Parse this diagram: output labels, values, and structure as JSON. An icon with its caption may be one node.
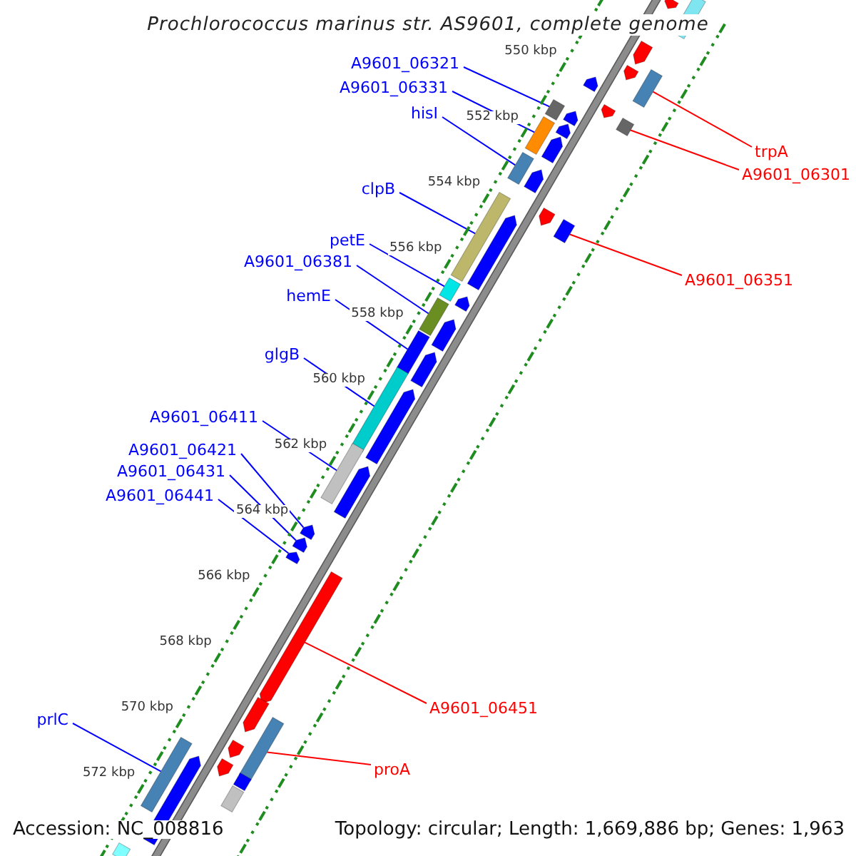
{
  "diagram": {
    "title": "Prochlorococcus marinus str. AS9601, complete genome",
    "nodes": [
      {
        "text": [
          "A9601_06321"
        ]
      },
      {
        "text": [
          "A9601_06331"
        ]
      },
      {
        "text": [
          "hisI"
        ]
      },
      {
        "text": [
          "trpA"
        ]
      },
      {
        "text": [
          "A9601_06301"
        ]
      },
      {
        "text": [
          "clpB"
        ]
      },
      {
        "text": [
          "petE"
        ]
      },
      {
        "text": [
          "A9601_06381"
        ]
      },
      {
        "text": [
          "A9601_06351"
        ]
      },
      {
        "text": [
          "hemE"
        ]
      },
      {
        "text": [
          "glgB"
        ]
      },
      {
        "text": [
          "A9601_06411"
        ]
      },
      {
        "text": [
          "A9601_06421"
        ]
      },
      {
        "text": [
          "A9601_06431"
        ]
      },
      {
        "text": [
          "A9601_06441"
        ]
      },
      {
        "text": [
          "A9601_06451"
        ]
      },
      {
        "text": [
          "prlC"
        ]
      },
      {
        "text": [
          "proA"
        ]
      },
      {
        "text": [],
        "shape": "bar"
      },
      {
        "text": [],
        "shape": "bar"
      },
      {
        "text": [],
        "shape": "bar"
      },
      {
        "text": [],
        "shape": "bar"
      },
      {
        "text": [],
        "shape": "bar"
      },
      {
        "text": [],
        "shape": "bar"
      },
      {
        "text": [],
        "shape": "bar"
      },
      {
        "text": [],
        "shape": "bar"
      },
      {
        "text": [],
        "shape": "bar"
      },
      {
        "text": [],
        "shape": "bar"
      },
      {
        "text": [],
        "shape": "bar"
      },
      {
        "text": [],
        "shape": "bar"
      },
      {
        "text": [],
        "shape": "bar"
      },
      {
        "text": [],
        "shape": "bar"
      },
      {
        "text": [],
        "shape": "bar"
      },
      {
        "text": [],
        "shape": "bar"
      },
      {
        "text": [],
        "shape": "bar"
      },
      {
        "text": [],
        "shape": "bar"
      },
      {
        "text": [],
        "shape": "bar"
      },
      {
        "text": [],
        "shape": "bar"
      },
      {
        "text": [],
        "shape": "bar"
      },
      {
        "text": [],
        "shape": "bar"
      },
      {
        "text": [],
        "shape": "bar"
      },
      {
        "text": [],
        "shape": "bar"
      },
      {
        "text": [],
        "shape": "bar"
      },
      {
        "text": [],
        "shape": "bar"
      },
      {
        "text": [],
        "shape": "bar"
      },
      {
        "text": [],
        "shape": "bar"
      },
      {
        "text": [],
        "shape": "bar"
      },
      {
        "text": [],
        "shape": "bar"
      },
      {
        "text": [],
        "shape": "bar"
      },
      {
        "text": [],
        "shape": "bar"
      },
      {
        "text": [],
        "shape": "bar"
      },
      {
        "text": [],
        "shape": "bar"
      },
      {
        "text": [],
        "shape": "bar"
      },
      {
        "text": [],
        "shape": "bar"
      },
      {
        "text": [],
        "shape": "bar"
      },
      {
        "text": [],
        "shape": "bar"
      },
      {
        "text": [],
        "shape": "bar"
      },
      {
        "text": [],
        "shape": "bar"
      },
      {
        "text": [],
        "shape": "bar"
      },
      {
        "text": [],
        "shape": "bar"
      }
    ],
    "edges": [
      {
        "from": 0,
        "to": 18,
        "arrow": "none"
      },
      {
        "from": 1,
        "to": 19,
        "arrow": "none"
      },
      {
        "from": 2,
        "to": 20,
        "arrow": "none"
      },
      {
        "from": 3,
        "to": 21,
        "arrow": "none",
        "color": "#ff0000"
      },
      {
        "from": 4,
        "to": 22,
        "arrow": "none",
        "color": "#ff0000"
      },
      {
        "from": 5,
        "to": 23,
        "arrow": "none"
      },
      {
        "from": 6,
        "to": 24,
        "arrow": "none"
      },
      {
        "from": 7,
        "to": 25,
        "arrow": "none"
      },
      {
        "from": 8,
        "to": 26,
        "arrow": "none",
        "color": "#ff0000"
      },
      {
        "from": 9,
        "to": 27,
        "arrow": "none"
      },
      {
        "from": 10,
        "to": 28,
        "arrow": "none"
      },
      {
        "from": 11,
        "to": 29,
        "arrow": "none"
      },
      {
        "from": 12,
        "to": 30,
        "arrow": "none"
      },
      {
        "from": 13,
        "to": 31,
        "arrow": "none"
      },
      {
        "from": 14,
        "to": 32,
        "arrow": "none"
      },
      {
        "from": 15,
        "to": 33,
        "arrow": "none",
        "color": "#ff0000"
      },
      {
        "from": 16,
        "to": 34,
        "arrow": "none"
      },
      {
        "from": 17,
        "to": 35,
        "arrow": "none",
        "color": "#ff0000"
      }
    ],
    "labels": [
      "550 kbp",
      "552 kbp",
      "554 kbp",
      "556 kbp",
      "558 kbp",
      "560 kbp",
      "562 kbp",
      "564 kbp",
      "566 kbp",
      "568 kbp",
      "570 kbp",
      "572 kbp",
      "Accession: NC_008816",
      "Topology: circular; Length: 1,669,886 bp; Genes: 1,963"
    ]
  }
}
